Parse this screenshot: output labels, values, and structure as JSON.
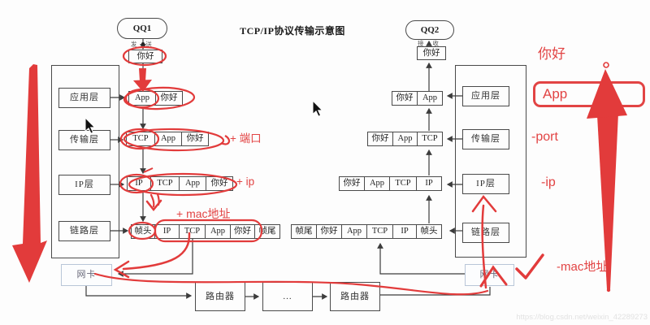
{
  "title": "TCP/IP协议传输示意图",
  "watermark": "https://blog.csdn.net/weixin_42289273",
  "sender": {
    "app_name": "QQ1",
    "action": "发 送",
    "message": "你好",
    "layers": [
      "应用层",
      "传输层",
      "IP层",
      "链路层"
    ],
    "rows": [
      [
        "App",
        "你好"
      ],
      [
        "TCP",
        "App",
        "你好"
      ],
      [
        "IP",
        "TCP",
        "App",
        "你好"
      ],
      [
        "帧头",
        "IP",
        "TCP",
        "App",
        "你好",
        "帧尾"
      ]
    ],
    "nic": "网卡"
  },
  "receiver": {
    "app_name": "QQ2",
    "action": "接 收",
    "message": "你好",
    "layers": [
      "应用层",
      "传输层",
      "IP层",
      "链路层"
    ],
    "rows": [
      [
        "你好",
        "App"
      ],
      [
        "你好",
        "App",
        "TCP"
      ],
      [
        "你好",
        "App",
        "TCP",
        "IP"
      ],
      [
        "帧尾",
        "你好",
        "App",
        "TCP",
        "IP",
        "帧头"
      ]
    ],
    "nic": "网卡"
  },
  "network_path": {
    "nodes": [
      "路由器",
      "...",
      "路由器"
    ]
  },
  "red_notes": {
    "encapsulate": {
      "port": "+ 端口",
      "ip": "+ ip",
      "mac": "+ mac地址"
    },
    "decapsulate": {
      "hello": "你好",
      "app": "App",
      "port": "-port",
      "ip": "-ip",
      "mac": "-mac地址"
    }
  },
  "colors": {
    "annotation_red": "#e24444",
    "diagram_line": "#3c3c3c"
  }
}
